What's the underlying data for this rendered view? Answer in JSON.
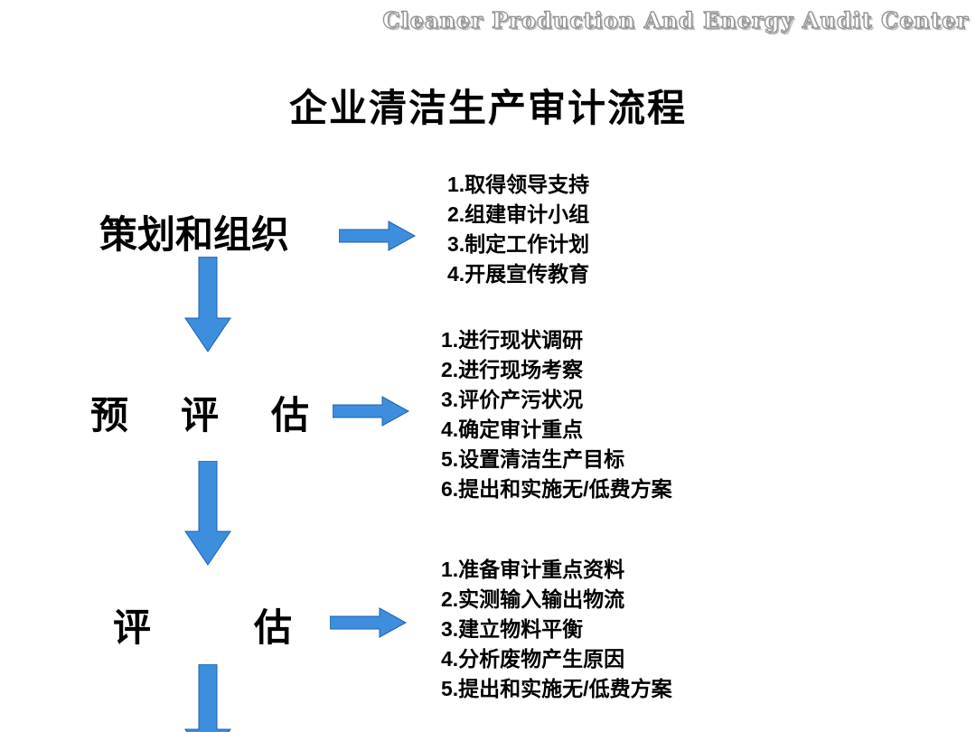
{
  "watermark": "Cleaner Production And Energy Audit Center",
  "title": "企业清洁生产审计流程",
  "stages": [
    {
      "label": "策划和组织",
      "items": [
        "1.取得领导支持",
        "2.组建审计小组",
        "3.制定工作计划",
        "4.开展宣传教育"
      ]
    },
    {
      "label": "预　评　估",
      "items": [
        "1.进行现状调研",
        "2.进行现场考察",
        "3.评价产污状况",
        "4.确定审计重点",
        "5.设置清洁生产目标",
        "6.提出和实施无/低费方案"
      ]
    },
    {
      "label": "评　　估",
      "items": [
        "1.准备审计重点资料",
        "2.实测输入输出物流",
        "3.建立物料平衡",
        "4.分析废物产生原因",
        "5.提出和实施无/低费方案"
      ]
    }
  ],
  "colors": {
    "arrow_fill": "#3e8ede",
    "arrow_stroke": "#1f5fae"
  }
}
